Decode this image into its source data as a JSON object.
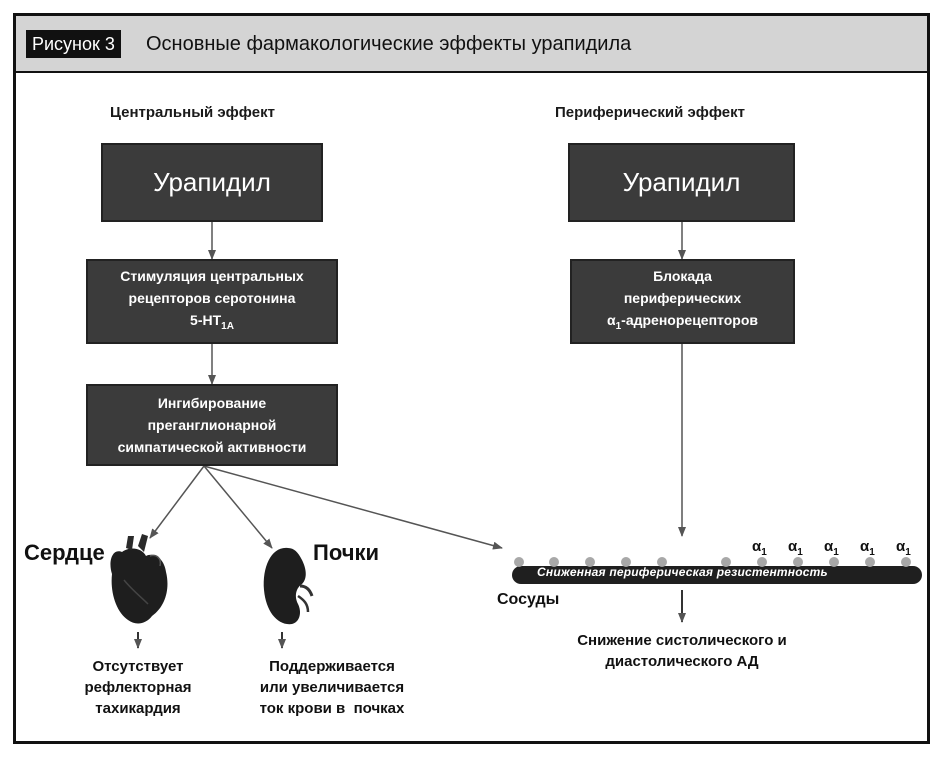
{
  "header": {
    "figure_label": "Рисунок 3",
    "title": "Основные фармакологические эффекты урапидила"
  },
  "central": {
    "heading": "Центральный эффект",
    "drug": "Урапидил",
    "step1_line1": "Стимуляция центральных",
    "step1_line2": "рецепторов серотонина",
    "step1_receptor": "5-HT",
    "step1_receptor_sub": "1A",
    "step2_line1": "Ингибирование",
    "step2_line2": "преганглионарной",
    "step2_line3": "симпатической активности"
  },
  "peripheral": {
    "heading": "Периферический эффект",
    "drug": "Урапидил",
    "step1_line1": "Блокада",
    "step1_line2": "периферических",
    "step1_alpha": "α",
    "step1_alpha_sub": "1",
    "step1_line3_rest": "-адренорецепторов"
  },
  "organs": {
    "heart_label": "Сердце",
    "heart_effect_line1": "Отсутствует",
    "heart_effect_line2": "рефлекторная",
    "heart_effect_line3": "тахикардия",
    "kidney_label": "Почки",
    "kidney_effect_line1": "Поддерживается",
    "kidney_effect_line2": "или увеличивается",
    "kidney_effect_line3": "ток крови в  почках"
  },
  "vessels": {
    "label": "Сосуды",
    "bar_text": "Сниженная периферическая резистентность",
    "receptor_symbol": "α",
    "receptor_sub": "1",
    "result_line1": "Снижение систолического и",
    "result_line2": "диастолического АД"
  },
  "colors": {
    "box_fill": "#3b3b3b",
    "header_bg": "#d4d4d4",
    "arrow": "#555555"
  }
}
